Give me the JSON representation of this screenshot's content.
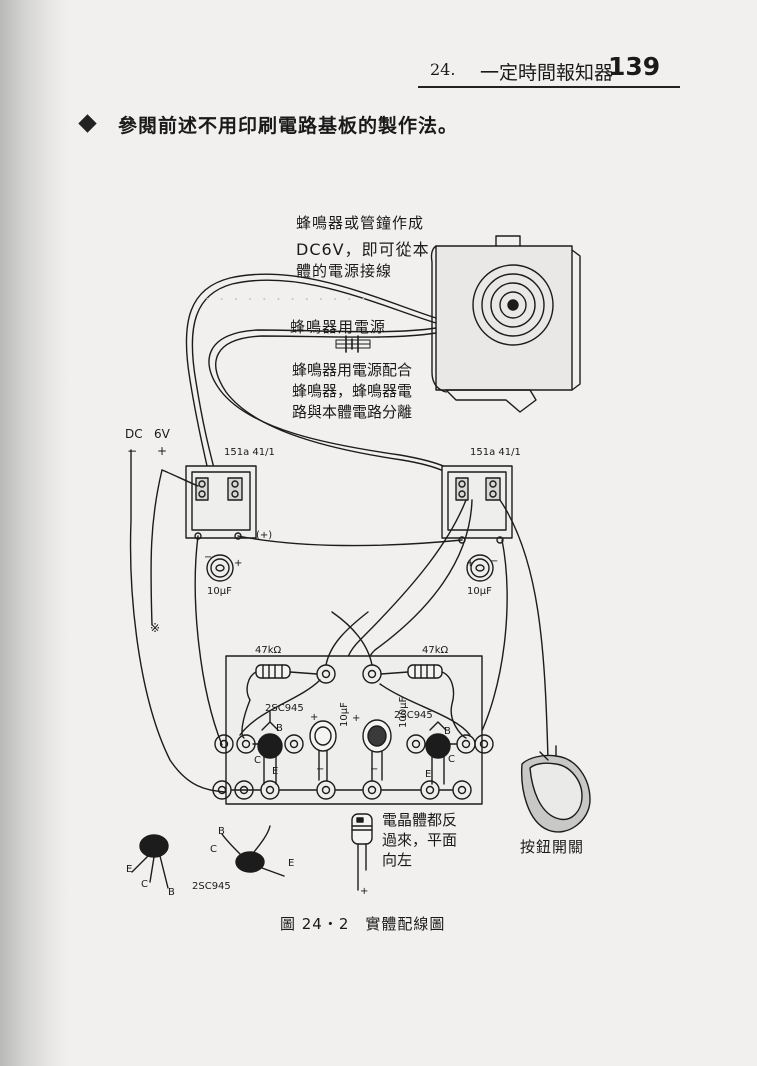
{
  "header": {
    "chapter_number": "24.",
    "chapter_title": "一定時間報知器",
    "page_number": "139"
  },
  "intro_text": "參閱前述不用印刷電路基板的製作法。",
  "diagram": {
    "buzzer_label_lines": [
      "蜂鳴器或管鐘作成",
      "DC6V，即可從本",
      "體的電源接線"
    ],
    "buzzer_power_label": "蜂鳴器用電源",
    "buzzer_note_lines": [
      "蜂鳴器用電源配合",
      "蜂鳴器，蜂鳴器電",
      "路與本體電路分離"
    ],
    "dc_label": "DC",
    "voltage_label": "6V",
    "minus_label": "−",
    "plus_label": "+",
    "relay_left_label": "151a 41/1",
    "relay_right_label": "151a 41/1",
    "cap_left_label": "10μF",
    "cap_right_label": "10μF",
    "cap_plus_note": "(+)",
    "asterisk": "※",
    "resistor_left_label": "47kΩ",
    "resistor_right_label": "47kΩ",
    "transistor_left_label": "2SC945",
    "transistor_right_label": "2SC945",
    "cap_mid_left_label": "10μF",
    "cap_mid_right_label": "100μF",
    "pin_b": "B",
    "pin_c": "C",
    "pin_e": "E",
    "polarity_plus": "+",
    "polarity_minus": "−",
    "transistor_sample_label": "2SC945",
    "transistor_note_lines": [
      "電晶體都反",
      "過來，平面",
      "向左"
    ],
    "push_button_label": "按鈕開關"
  },
  "caption": "圖 24・2　實體配線圖"
}
